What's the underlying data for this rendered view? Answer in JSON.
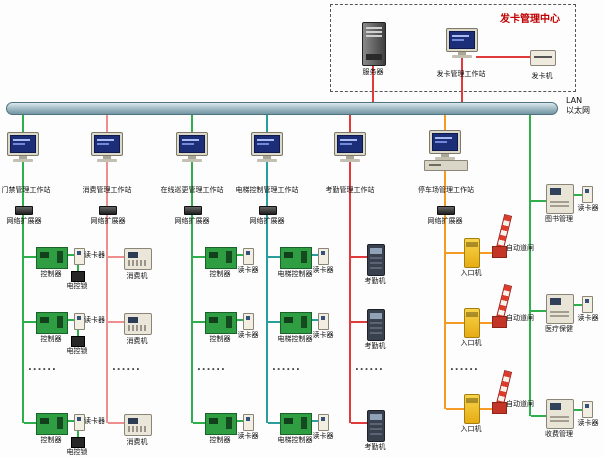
{
  "center": {
    "title": "发卡管理中心",
    "server_label": "服务器",
    "workstation_label": "发卡管理工作站",
    "card_machine_label": "发卡机"
  },
  "lan": {
    "abbr": "LAN",
    "name": "以太网"
  },
  "dots": "......",
  "columns": [
    {
      "workstation": "门禁管理工作站",
      "extender": "网络扩展器",
      "line_color": "#2eaf4b",
      "devices": {
        "controller": "控制器",
        "reader": "读卡器",
        "lock": "电控锁"
      }
    },
    {
      "workstation": "消费管理工作站",
      "extender": "网络扩展器",
      "line_color": "#ee8f8f",
      "devices": {
        "pos": "消费机"
      }
    },
    {
      "workstation": "在线巡更管理工作站",
      "extender": "网络扩展器",
      "line_color": "#2eaf4b",
      "devices": {
        "controller": "控制器",
        "reader": "读卡器"
      }
    },
    {
      "workstation": "电梯控制管理工作站",
      "extender": "网络扩展器",
      "line_color": "#2a9d9d",
      "devices": {
        "controller": "电梯控制器",
        "reader": "读卡器"
      }
    },
    {
      "workstation": "考勤管理工作站",
      "line_color": "#e03a3a",
      "devices": {
        "terminal": "考勤机"
      }
    },
    {
      "workstation": "停车场管理工作站",
      "extender": "网络扩展器",
      "line_color": "#f59a23",
      "devices": {
        "entrance": "入口机",
        "barrier": "自动道闸"
      }
    }
  ],
  "right_branch": {
    "line_color": "#2eaf4b",
    "groups": [
      {
        "label": "图书管理",
        "reader": "读卡器"
      },
      {
        "label": "医疗保健",
        "reader": "读卡器"
      },
      {
        "label": "收费管理",
        "reader": "读卡器"
      }
    ]
  }
}
